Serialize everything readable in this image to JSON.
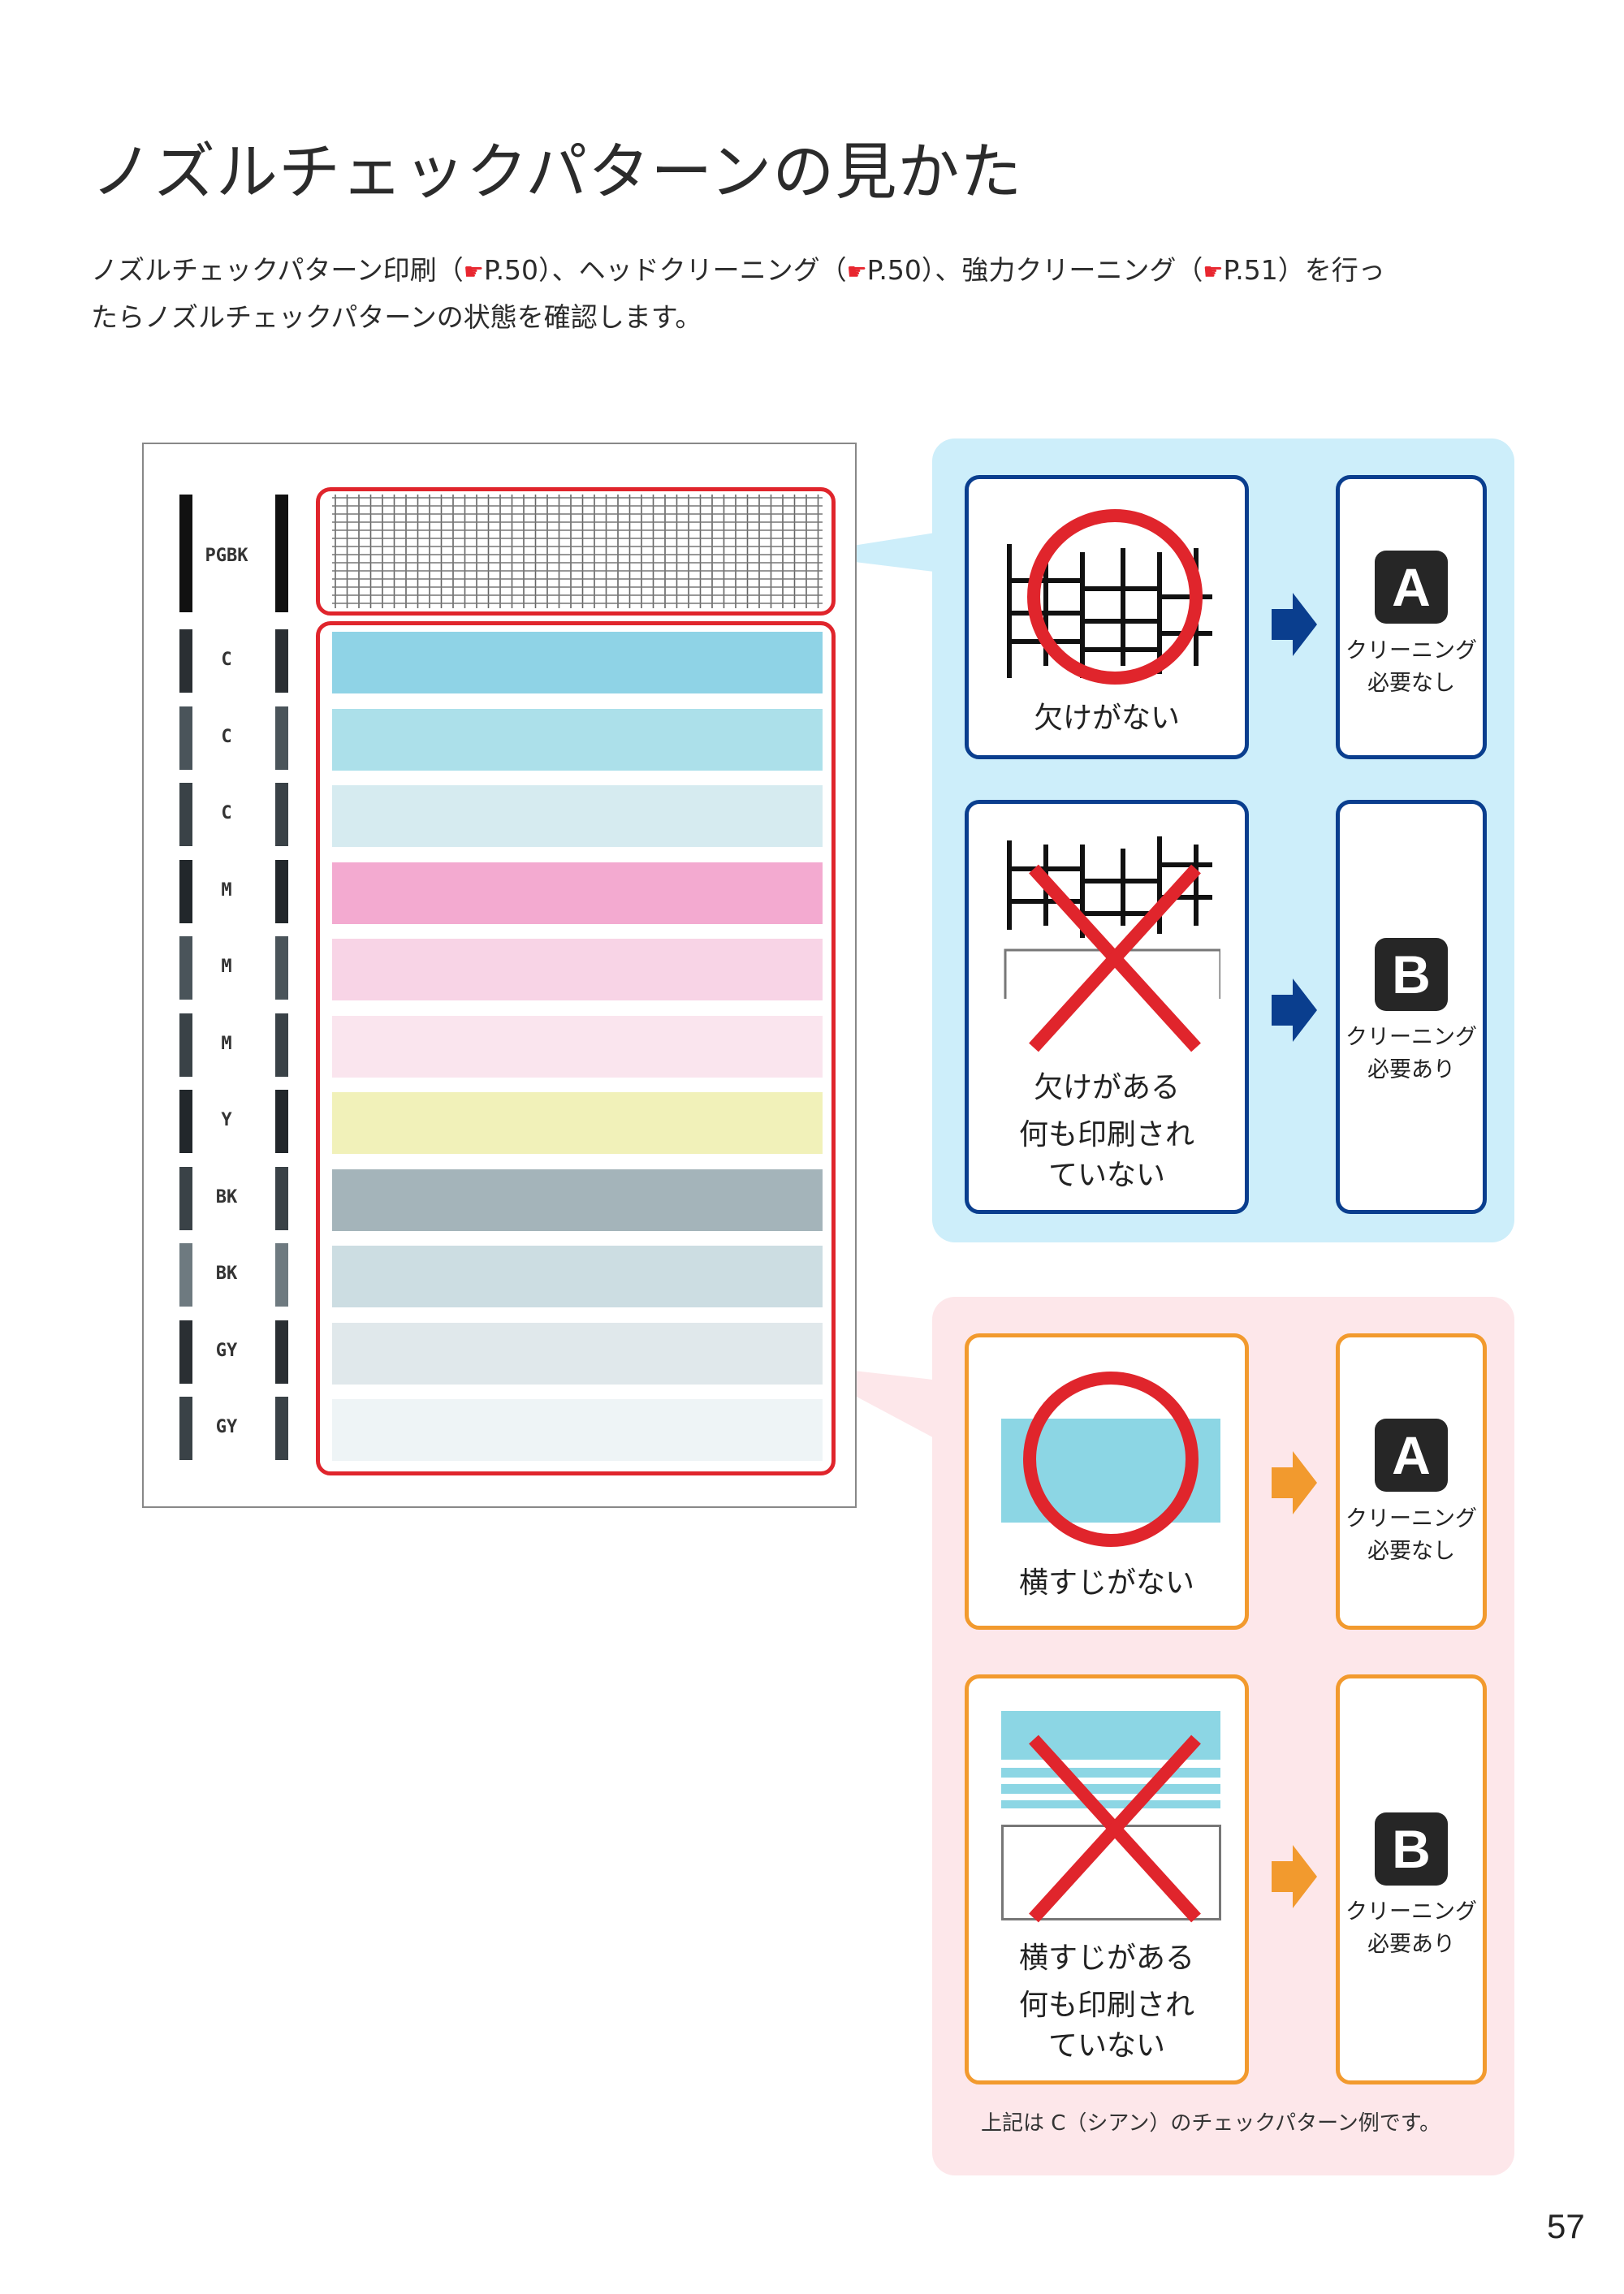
{
  "page": {
    "title": "ノズルチェックパターンの見かた",
    "intro_line1_a": "ノズルチェックパターン印刷（",
    "intro_ref1": "P.50",
    "intro_line1_b": "）、ヘッドクリーニング（",
    "intro_ref2": "P.50",
    "intro_line1_c": "）、強力クリーニング（",
    "intro_ref3": "P.51",
    "intro_line1_d": "）を行っ",
    "intro_line2": "たらノズルチェックパターンの状態を確認します。",
    "footnote": "上記は C（シアン）のチェックパターン例です。",
    "page_number": "57"
  },
  "colors": {
    "red": "#e0252c",
    "navy": "#0a3e8e",
    "orange": "#f29a2e",
    "light_blue_panel": "#cdeefa",
    "light_pink_panel": "#fde7ea",
    "cyan_stripe": "#8cd6e4"
  },
  "nozzle_sheet": {
    "rows": [
      {
        "label": "PGBK",
        "bar_color": "#111111",
        "band_color": "grid"
      },
      {
        "label": "C",
        "bar_color": "#2a2f33",
        "band_color": "#8fd3e6"
      },
      {
        "label": "C",
        "bar_color": "#4a545a",
        "band_color": "#ace0ea"
      },
      {
        "label": "C",
        "bar_color": "#3a4247",
        "band_color": "#d6ebf0"
      },
      {
        "label": "M",
        "bar_color": "#22272b",
        "band_color": "#f3aad0"
      },
      {
        "label": "M",
        "bar_color": "#4a545a",
        "band_color": "#f8d4e6"
      },
      {
        "label": "M",
        "bar_color": "#3a4247",
        "band_color": "#fae5ee"
      },
      {
        "label": "Y",
        "bar_color": "#22272b",
        "band_color": "#f1f1b9"
      },
      {
        "label": "BK",
        "bar_color": "#3a4247",
        "band_color": "#a4b4ba"
      },
      {
        "label": "BK",
        "bar_color": "#6e7a80",
        "band_color": "#ccdde2"
      },
      {
        "label": "GY",
        "bar_color": "#2a2f33",
        "band_color": "#e0e8eb"
      },
      {
        "label": "GY",
        "bar_color": "#3a4247",
        "band_color": "#eef4f6"
      }
    ]
  },
  "blue_panel": {
    "good_card_text": "欠けがない",
    "bad_card_lines": [
      "欠けがある",
      "何も印刷され",
      "ていない"
    ],
    "result_a_letter": "A",
    "result_a_lines": [
      "クリーニング",
      "必要なし"
    ],
    "result_b_letter": "B",
    "result_b_lines": [
      "クリーニング",
      "必要あり"
    ]
  },
  "pink_panel": {
    "good_card_text": "横すじがない",
    "bad_card_lines": [
      "横すじがある",
      "何も印刷され",
      "ていない"
    ],
    "result_a_letter": "A",
    "result_a_lines": [
      "クリーニング",
      "必要なし"
    ],
    "result_b_letter": "B",
    "result_b_lines": [
      "クリーニング",
      "必要あり"
    ]
  },
  "icons": {
    "pointing_hand": "pointing-hand-icon",
    "right_arrow": "right-arrow-icon",
    "circle_ok": "circle-ok-icon",
    "cross_ng": "cross-ng-icon"
  }
}
